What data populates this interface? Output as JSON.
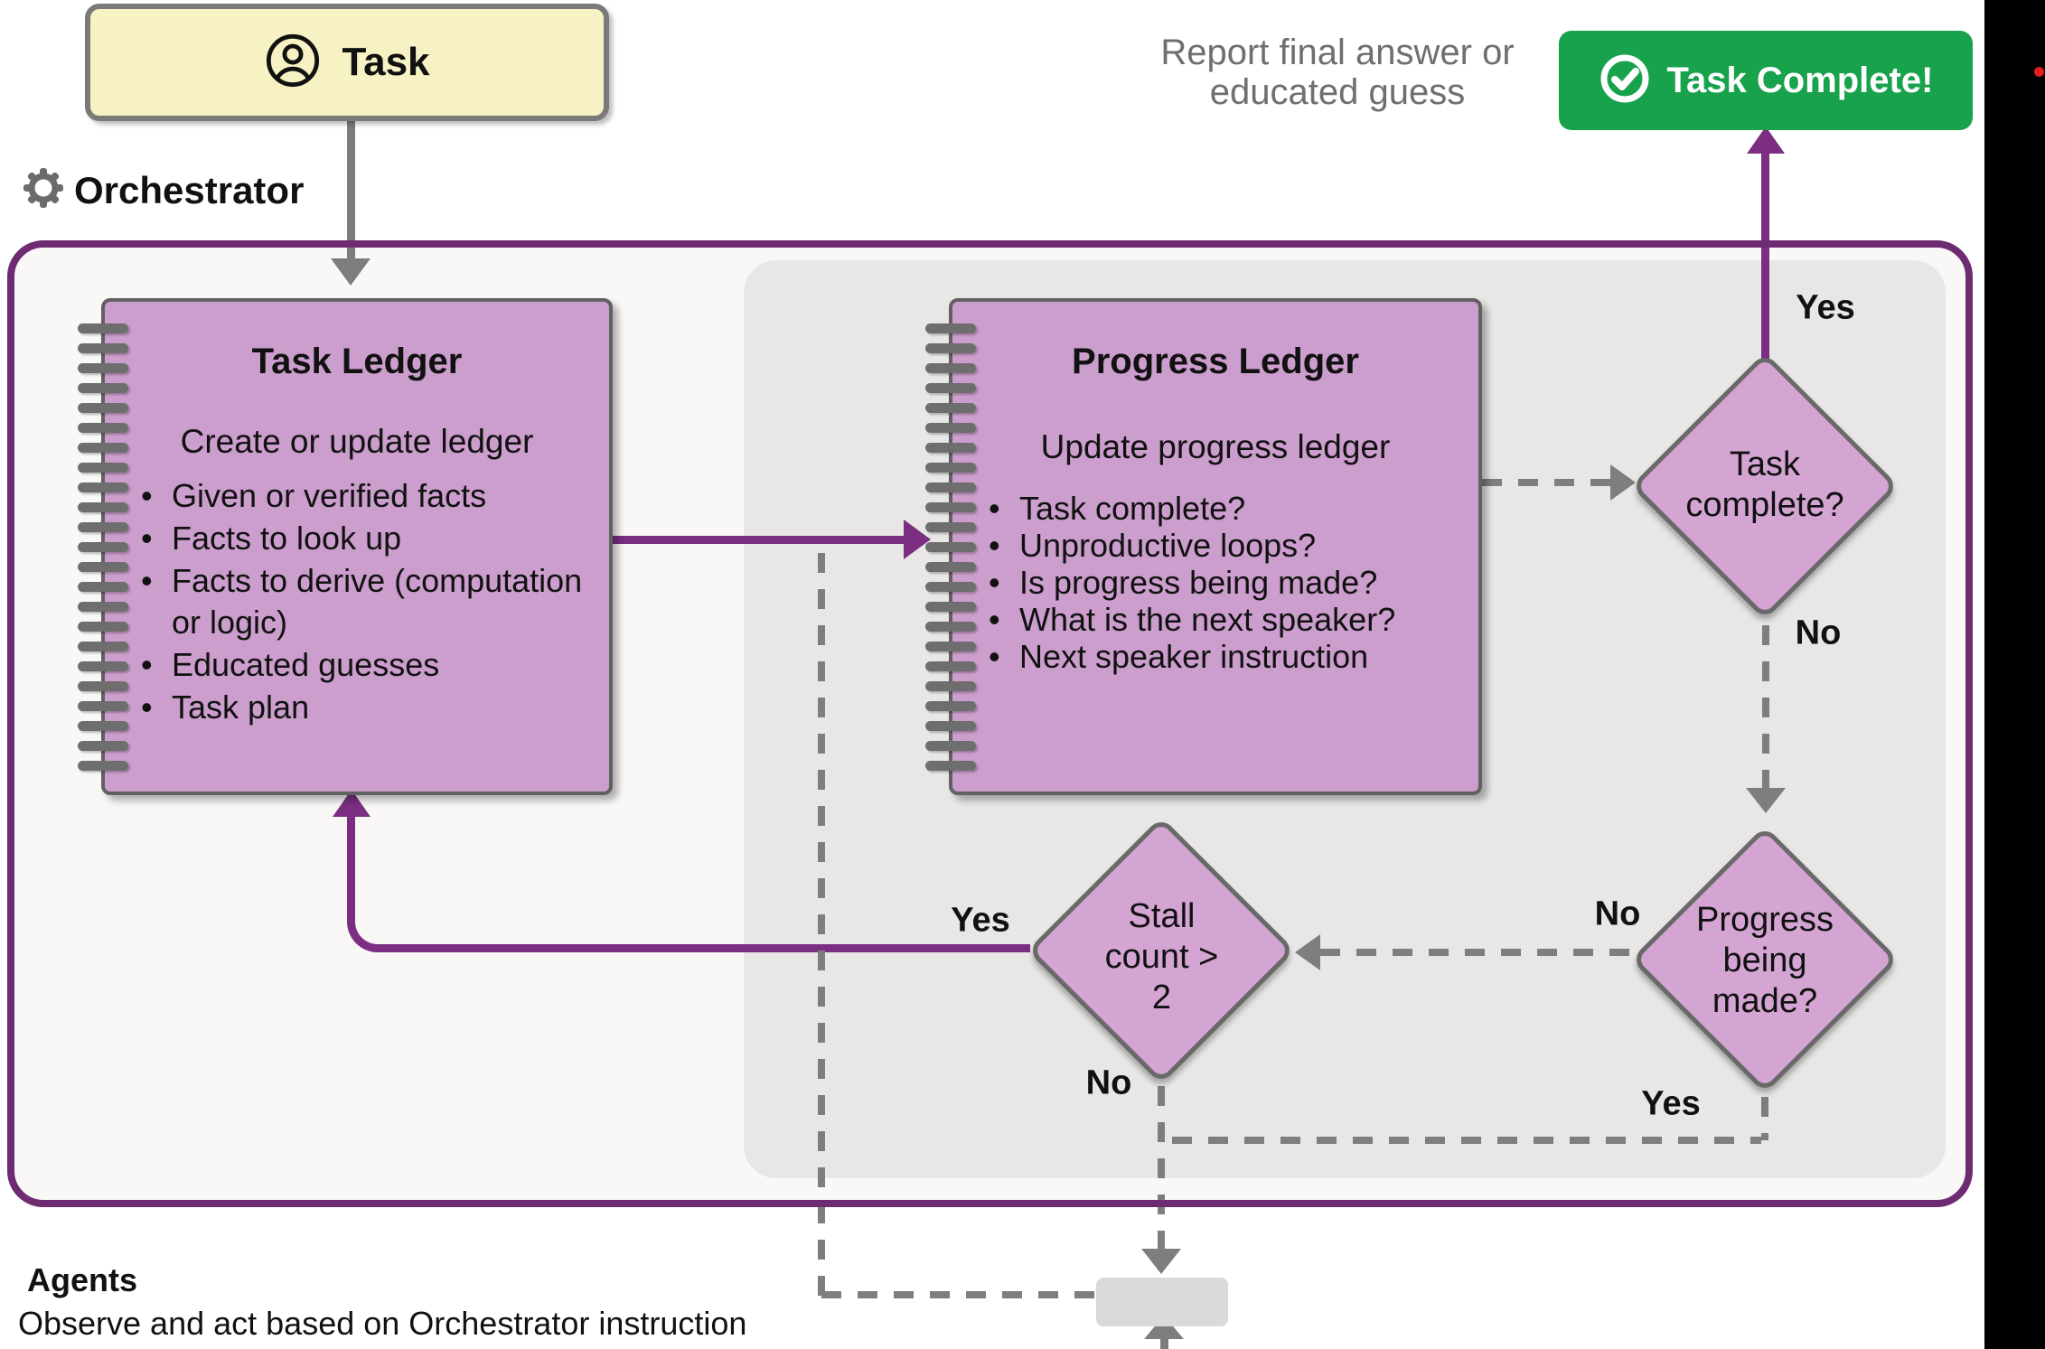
{
  "task_box": {
    "label": "Task",
    "icon": "user-circle-icon"
  },
  "orchestrator": {
    "label": "Orchestrator",
    "icon": "gear-icon"
  },
  "task_ledger": {
    "title": "Task Ledger",
    "subtitle": "Create or update ledger",
    "items": [
      "Given or verified facts",
      "Facts to look up",
      "Facts to derive (computation or logic)",
      "Educated guesses",
      "Task plan"
    ]
  },
  "progress_ledger": {
    "title": "Progress Ledger",
    "subtitle": "Update progress ledger",
    "items": [
      "Task complete?",
      "Unproductive loops?",
      "Is progress being made?",
      "What is the next speaker?",
      "Next speaker instruction"
    ]
  },
  "decisions": {
    "task_complete": "Task complete?",
    "progress_being_made": "Progress being made?",
    "stall_count": "Stall count > 2"
  },
  "edge_labels": {
    "task_complete_yes": "Yes",
    "task_complete_no": "No",
    "progress_no": "No",
    "progress_yes": "Yes",
    "stall_yes": "Yes",
    "stall_no": "No"
  },
  "report_note": "Report final answer or educated guess",
  "complete_button": {
    "label": "Task Complete!",
    "icon": "check-circle-icon"
  },
  "agents": {
    "title": "Agents",
    "subtitle": "Observe and act based on Orchestrator instruction"
  },
  "colors": {
    "container_border_purple": "#6e2b72",
    "arrow_purple": "#7b2e82",
    "notebook_fill": "#cc9ecd",
    "diamond_fill": "#d4a5d3",
    "panel_gray": "#e8e7e6",
    "container_bg": "#faf8f6",
    "task_box_yellow": "#f6f2c3",
    "button_green": "#18a24c",
    "line_gray": "#7e7e7e",
    "agent_box_gray": "#dbdada",
    "screen_edge_black": "#000000",
    "record_dot_red": "#e11d1d"
  }
}
